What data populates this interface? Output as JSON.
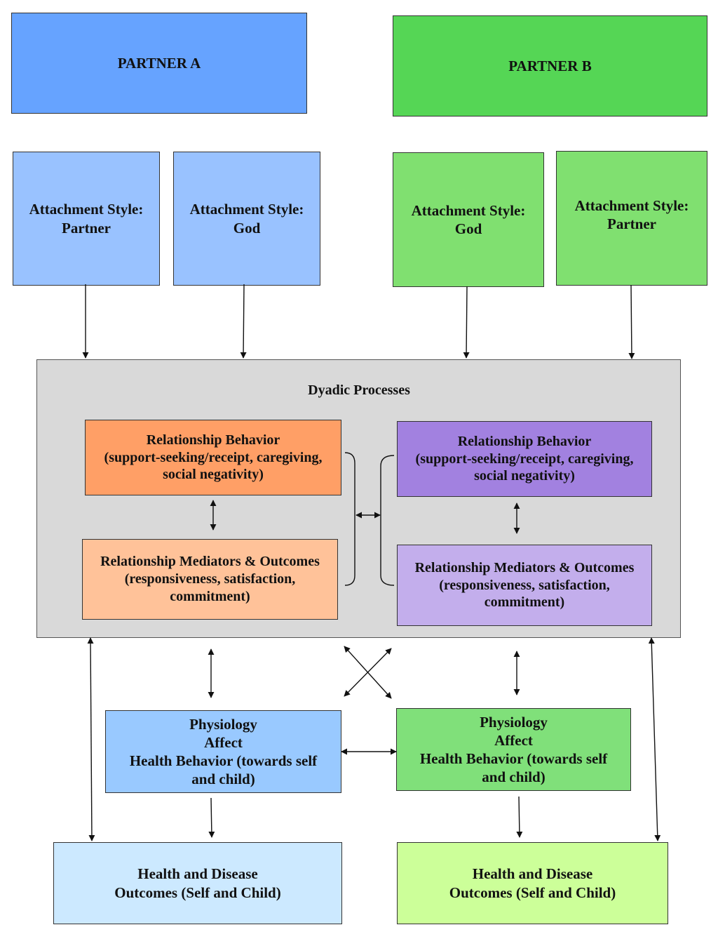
{
  "partner_a": {
    "label": "PARTNER A",
    "color": "#66a3ff"
  },
  "partner_b": {
    "label": "PARTNER B",
    "color": "#55d655"
  },
  "partner_a_attachment": [
    {
      "lines": [
        "Attachment Style:",
        "Partner"
      ]
    },
    {
      "lines": [
        "Attachment Style:",
        "God"
      ]
    }
  ],
  "partner_b_attachment": [
    {
      "lines": [
        "Attachment Style:",
        "God"
      ]
    },
    {
      "lines": [
        "Attachment Style:",
        "Partner"
      ]
    }
  ],
  "dyadic": {
    "title": "Dyadic Processes",
    "a_behavior": [
      "Relationship Behavior",
      "(support-seeking/receipt, caregiving,",
      "social negativity)"
    ],
    "a_outcomes": [
      "Relationship Mediators & Outcomes",
      "(responsiveness, satisfaction,",
      "commitment)"
    ],
    "b_behavior": [
      "Relationship Behavior",
      "(support-seeking/receipt, caregiving,",
      "social negativity)"
    ],
    "b_outcomes": [
      "Relationship Mediators & Outcomes",
      "(responsiveness, satisfaction,",
      "commitment)"
    ]
  },
  "physiology_a": [
    "Physiology",
    "Affect",
    "Health Behavior (towards self",
    "and child)"
  ],
  "physiology_b": [
    "Physiology",
    "Affect",
    "Health Behavior (towards self",
    "and child)"
  ],
  "health_a": [
    "Health and Disease",
    "Outcomes (Self and Child)"
  ],
  "health_b": [
    "Health and Disease",
    "Outcomes (Self and Child)"
  ],
  "colors": {
    "partner_a_light": "#99c2ff",
    "partner_b_light": "#80e070",
    "orange_dark": "#ff9f66",
    "orange_light": "#ffc299",
    "purple_dark": "#a281e0",
    "purple_light": "#c3aeec",
    "physio_a": "#99c9ff",
    "physio_b": "#80e07a",
    "health_a": "#cce9ff",
    "health_b": "#ccff99",
    "dyadic_bg": "#d9d9d9"
  }
}
